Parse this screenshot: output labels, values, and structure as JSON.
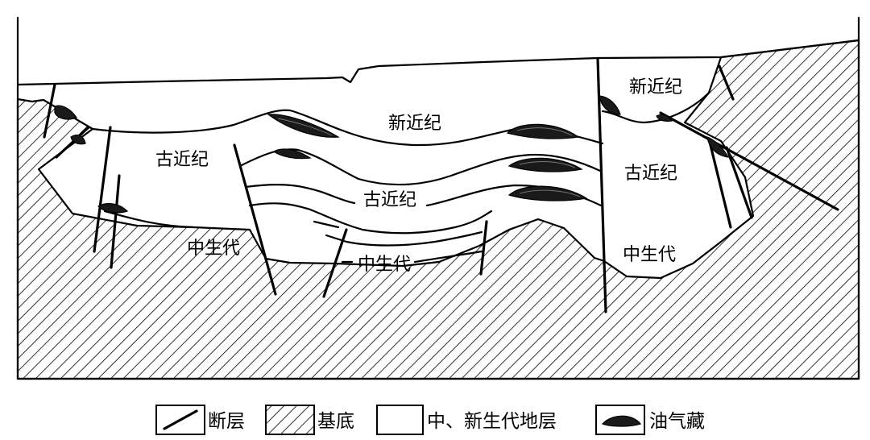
{
  "diagram": {
    "labels": {
      "neogene_center": "新近纪",
      "neogene_right": "新近纪",
      "paleogene_left": "古近纪",
      "paleogene_center": "古近纪",
      "paleogene_right": "古近纪",
      "mesozoic_left": "中生代",
      "mesozoic_center": "中生代",
      "mesozoic_right": "中生代"
    },
    "legend": {
      "fault": "断层",
      "basement": "基底",
      "strata": "中、新生代地层",
      "reservoir": "油气藏"
    },
    "colors": {
      "line": "#000000",
      "hatch": "#000000",
      "reservoir": "#1a1a1a",
      "background": "#ffffff"
    }
  }
}
